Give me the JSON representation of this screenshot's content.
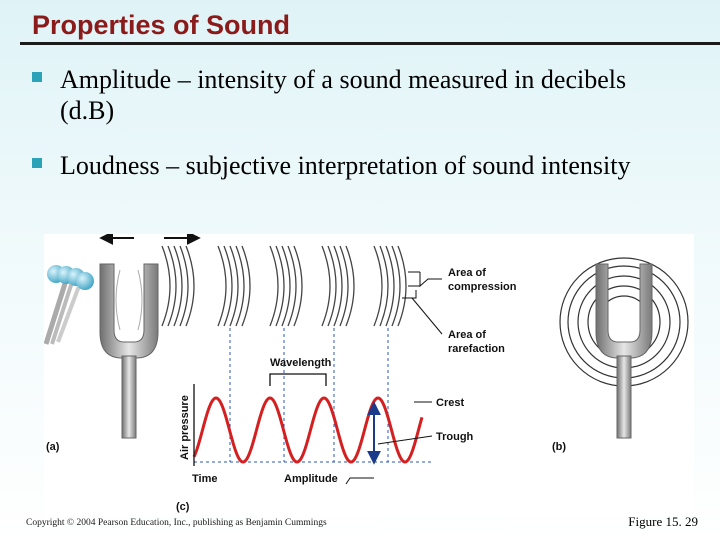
{
  "slide": {
    "title": "Properties of Sound",
    "bullets": [
      "Amplitude – intensity of a sound measured in decibels (d.B)",
      "Loudness – subjective interpretation of sound intensity"
    ],
    "copyright": "Copyright © 2004 Pearson Education, Inc., publishing as Benjamin Cummings",
    "figure_ref": "Figure 15. 29"
  },
  "figure": {
    "labels": {
      "compression": [
        "Area of",
        "compression"
      ],
      "rarefaction": [
        "Area of",
        "rarefaction"
      ],
      "wavelength": "Wavelength",
      "crest": "Crest",
      "trough": "Trough",
      "amplitude": "Amplitude",
      "time": "Time",
      "air_pressure": "Air pressure",
      "panel_a": "(a)",
      "panel_b": "(b)",
      "panel_c": "(c)"
    },
    "colors": {
      "wave": "#d42020",
      "arrow": "#1a3a8a",
      "ball": "#6bc3dc",
      "fork": "#9a9a9a",
      "title": "#8b1a1a",
      "bullet": "#2aa2b8"
    }
  }
}
